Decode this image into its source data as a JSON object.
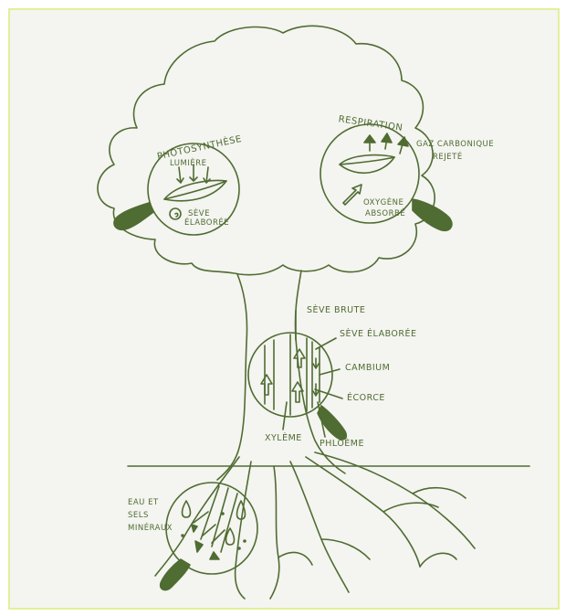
{
  "colors": {
    "ink": "#4f6c32",
    "background": "#f4f4f0",
    "frame_border": "#e4ef9a"
  },
  "labels": {
    "photosynthese": "PHOTOSYNTHÈSE",
    "lumiere": "LUMIÈRE",
    "seve_elaboree_leaf_1": "SÈVE",
    "seve_elaboree_leaf_2": "ÉLABORÉE",
    "respiration": "RESPIRATION",
    "gaz_carbonique_1": "GAZ CARBONIQUE",
    "gaz_carbonique_2": "REJETÉ",
    "oxygene_1": "OXYGÈNE",
    "oxygene_2": "ABSORBÉ",
    "seve_brute": "SÈVE BRUTE",
    "seve_elaboree_trunk": "SÈVE ÉLABORÉE",
    "cambium": "CAMBIUM",
    "ecorce": "ÉCORCE",
    "xyleme": "XYLÈME",
    "phloeme": "PHLOÈME",
    "eau_1": "EAU ET",
    "eau_2": "SELS",
    "eau_3": "MINÉRAUX"
  }
}
